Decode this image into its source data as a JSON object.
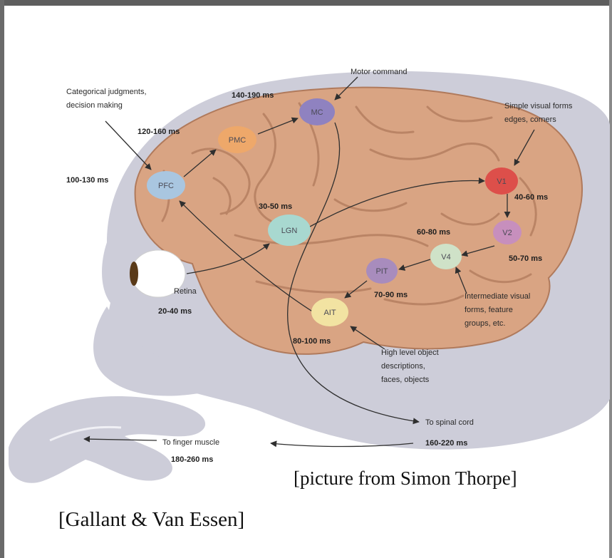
{
  "areas": {
    "pfc": "PFC",
    "pmc": "PMC",
    "mc": "MC",
    "lgn": "LGN",
    "v1": "V1",
    "v2": "V2",
    "v4": "V4",
    "pit": "PIT",
    "ait": "AIT"
  },
  "latencies": {
    "pfc": "100-130 ms",
    "pmc": "120-160 ms",
    "mc": "140-190 ms",
    "lgn": "30-50 ms",
    "v1": "40-60 ms",
    "v2": "50-70 ms",
    "v4": "60-80 ms",
    "pit": "70-90 ms",
    "ait": "80-100 ms",
    "retina": "20-40 ms",
    "spinal": "160-220 ms",
    "finger": "180-260 ms"
  },
  "labels": {
    "categorical_1": "Categorical judgments,",
    "categorical_2": "decision making",
    "motor": "Motor command",
    "simple_1": "Simple visual forms",
    "simple_2": "edges, corners",
    "intermediate_1": "Intermediate visual",
    "intermediate_2": "forms, feature",
    "intermediate_3": "groups, etc.",
    "high_1": "High level object",
    "high_2": "descriptions,",
    "high_3": "faces, objects",
    "retina": "Retina",
    "spinal": "To spinal cord",
    "finger": "To finger muscle"
  },
  "captions": {
    "thorpe": "[picture from Simon Thorpe]",
    "gallant": "[Gallant & Van Essen]"
  },
  "colors": {
    "background": "#ffffff",
    "silhouette": "#cdcdd9",
    "brain": "#d9a483",
    "brain_fold": "#b07a5c",
    "pfc": "#a9c6e0",
    "pmc": "#eea86a",
    "mc": "#8f82c0",
    "lgn": "#a8d8d0",
    "v1": "#dd4f4a",
    "v2": "#c78fbd",
    "v4": "#cfe2c8",
    "pit": "#a88cbd",
    "ait": "#f2e3a2"
  }
}
